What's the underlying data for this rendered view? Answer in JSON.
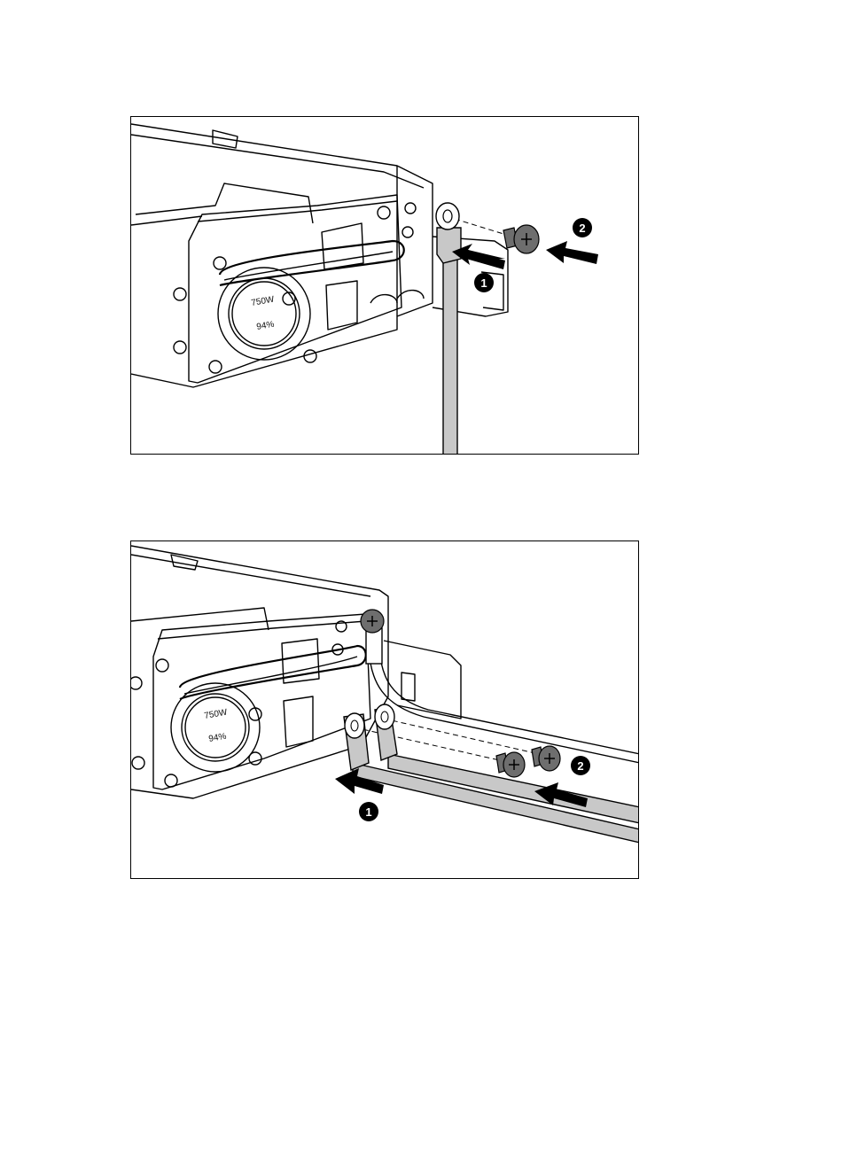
{
  "figure1": {
    "psu_rating": "750W",
    "psu_efficiency": "94%",
    "callouts": [
      "1",
      "2"
    ]
  },
  "figure2": {
    "psu_rating": "750W",
    "psu_efficiency": "94%",
    "callouts": [
      "1",
      "2"
    ]
  },
  "colors": {
    "line": "#000000",
    "cable_fill": "#c8c8c8",
    "screw_fill": "#6e6e6e",
    "callout_fill": "#000000"
  }
}
